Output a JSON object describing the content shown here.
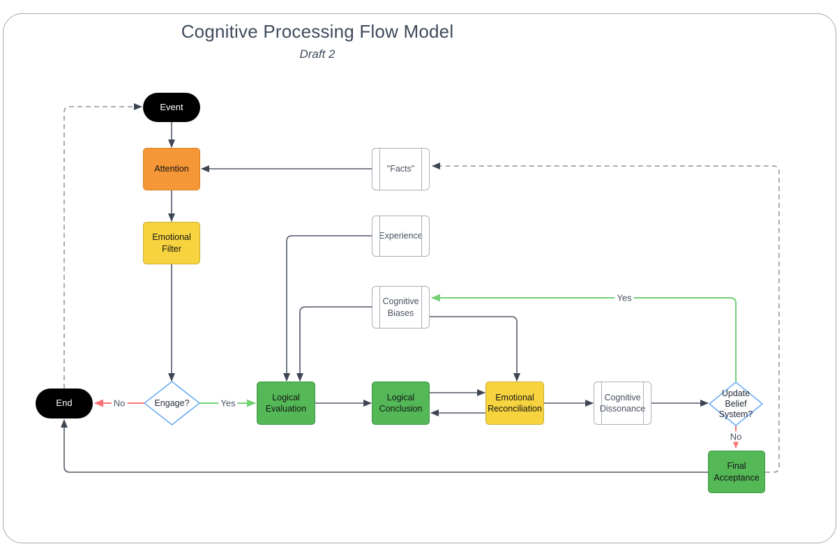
{
  "canvas": {
    "title": "Cognitive Processing Flow Model",
    "subtitle": "Draft 2"
  },
  "nodes": {
    "event": "Event",
    "attention": "Attention",
    "emotional_filter": "Emotional Filter",
    "facts": "\"Facts\"",
    "experience": "Experience",
    "cognitive_biases": "Cognitive Biases",
    "engage": "Engage?",
    "logical_evaluation": "Logical Evaluation",
    "logical_conclusion": "Logical Conclusion",
    "emotional_reconciliation": "Emotional Reconciliation",
    "cognitive_dissonance": "Cognitive Dissonance",
    "update_belief": "Update Belief System?",
    "final_acceptance": "Final Acceptance",
    "end": "End"
  },
  "edge_labels": {
    "engage_no": "No",
    "engage_yes": "Yes",
    "update_yes": "Yes",
    "update_no": "No"
  },
  "colors": {
    "node_orange": "#F59637",
    "node_orange_border": "#DB831F",
    "node_yellow": "#F7D43F",
    "node_yellow_border": "#C9AE35",
    "node_green": "#54B857",
    "node_green_border": "#3D9542",
    "terminator_black": "#000000",
    "diamond_border_blue": "#70AEF4",
    "connector_gray": "#505866",
    "connector_green": "#74D077",
    "connector_red": "#F97272",
    "connector_dashed_gray": "#8A919C",
    "process_border_gray": "#A9AFB8",
    "title_text": "#3F4A5C"
  }
}
